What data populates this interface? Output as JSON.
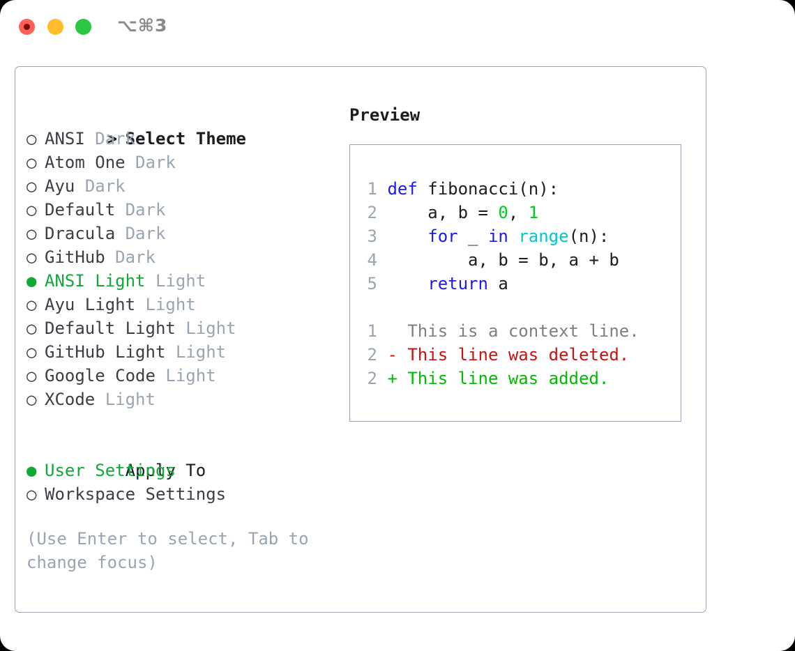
{
  "window": {
    "shortcut": "⌥⌘3",
    "traffic_lights": [
      {
        "name": "close",
        "color": "#ff6059"
      },
      {
        "name": "minimize",
        "color": "#ffbd2e"
      },
      {
        "name": "maximize",
        "color": "#28c840"
      }
    ]
  },
  "theme_selector": {
    "header_prefix": "> ",
    "header": "Select Theme",
    "items": [
      {
        "bullet": "○ ",
        "name": "ANSI",
        "kind": "Dark",
        "selected": false
      },
      {
        "bullet": "○ ",
        "name": "Atom One",
        "kind": "Dark",
        "selected": false
      },
      {
        "bullet": "○ ",
        "name": "Ayu",
        "kind": "Dark",
        "selected": false
      },
      {
        "bullet": "○ ",
        "name": "Default",
        "kind": "Dark",
        "selected": false
      },
      {
        "bullet": "○ ",
        "name": "Dracula",
        "kind": "Dark",
        "selected": false
      },
      {
        "bullet": "○ ",
        "name": "GitHub",
        "kind": "Dark",
        "selected": false
      },
      {
        "bullet": "● ",
        "name": "ANSI Light",
        "kind": "Light",
        "selected": true
      },
      {
        "bullet": "○ ",
        "name": "Ayu Light",
        "kind": "Light",
        "selected": false
      },
      {
        "bullet": "○ ",
        "name": "Default Light",
        "kind": "Light",
        "selected": false
      },
      {
        "bullet": "○ ",
        "name": "GitHub Light",
        "kind": "Light",
        "selected": false
      },
      {
        "bullet": "○ ",
        "name": "Google Code",
        "kind": "Light",
        "selected": false
      },
      {
        "bullet": "○ ",
        "name": "XCode",
        "kind": "Light",
        "selected": false
      }
    ]
  },
  "apply_to": {
    "header": "Apply To",
    "options": [
      {
        "bullet": "● ",
        "name": "User Settings",
        "selected": true
      },
      {
        "bullet": "○ ",
        "name": "Workspace Settings",
        "selected": false
      }
    ]
  },
  "hint": "(Use Enter to select, Tab to change focus)",
  "preview": {
    "title": "Preview",
    "code_lines": [
      {
        "no": "1",
        "tokens": [
          {
            "t": "def",
            "c": "kw"
          },
          {
            "t": " fibonacci(n):",
            "c": "plain"
          }
        ]
      },
      {
        "no": "2",
        "tokens": [
          {
            "t": "    a, b = ",
            "c": "plain"
          },
          {
            "t": "0",
            "c": "num"
          },
          {
            "t": ", ",
            "c": "plain"
          },
          {
            "t": "1",
            "c": "num"
          }
        ]
      },
      {
        "no": "3",
        "tokens": [
          {
            "t": "    ",
            "c": "plain"
          },
          {
            "t": "for",
            "c": "kw"
          },
          {
            "t": " _ ",
            "c": "plain"
          },
          {
            "t": "in",
            "c": "kw"
          },
          {
            "t": " ",
            "c": "plain"
          },
          {
            "t": "range",
            "c": "fn"
          },
          {
            "t": "(n):",
            "c": "plain"
          }
        ]
      },
      {
        "no": "4",
        "tokens": [
          {
            "t": "        a, b = b, a + b",
            "c": "plain"
          }
        ]
      },
      {
        "no": "5",
        "tokens": [
          {
            "t": "    ",
            "c": "plain"
          },
          {
            "t": "return",
            "c": "kw"
          },
          {
            "t": " a",
            "c": "plain"
          }
        ]
      }
    ],
    "diff_lines": [
      {
        "no": "1",
        "marker": "  ",
        "text": "This is a context line.",
        "c": "ctx"
      },
      {
        "no": "2",
        "marker": "- ",
        "text": "This line was deleted.",
        "c": "del"
      },
      {
        "no": "2",
        "marker": "+ ",
        "text": "This line was added.",
        "c": "add"
      }
    ]
  },
  "colors": {
    "accent_green": "#13a83a",
    "muted_gray": "#9aa5b1",
    "text": "#3b3f45",
    "keyword_blue": "#1a1aee",
    "function_cyan": "#00c8c8",
    "number_green": "#00cc22",
    "diff_deleted": "#cc1111",
    "diff_added": "#00bb00",
    "border": "#9aa5b1"
  }
}
